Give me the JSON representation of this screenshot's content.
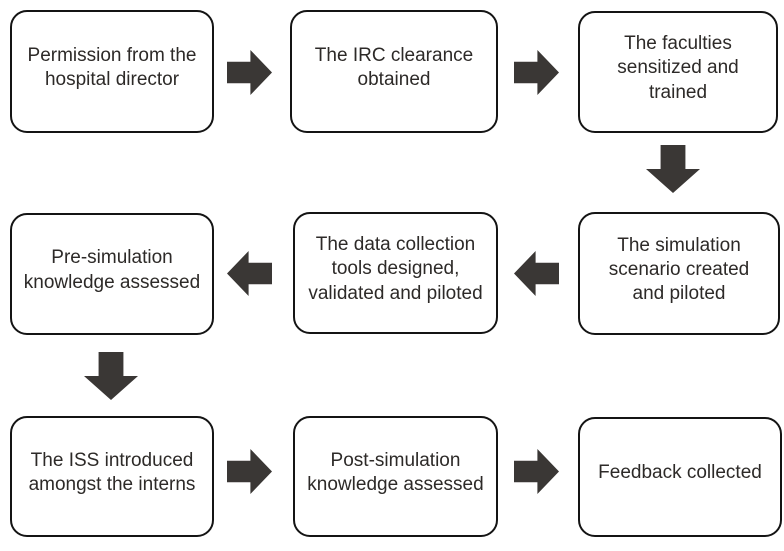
{
  "colors": {
    "background": "#ffffff",
    "arrow": "#3a3735",
    "box_border": "#141414",
    "text": "#2d2a28"
  },
  "flow": {
    "steps": [
      {
        "label": "Permission from the hospital director"
      },
      {
        "label": "The IRC clearance obtained"
      },
      {
        "label": "The faculties sensitized and trained"
      },
      {
        "label": "The simulation scenario created and piloted"
      },
      {
        "label": "The data collection tools designed, validated and piloted"
      },
      {
        "label": "Pre-simulation knowledge assessed"
      },
      {
        "label": "The ISS introduced amongst the interns"
      },
      {
        "label": "Post-simulation knowledge assessed"
      },
      {
        "label": "Feedback collected"
      }
    ],
    "arrows": [
      {
        "direction": "right",
        "from": 0,
        "to": 1
      },
      {
        "direction": "right",
        "from": 1,
        "to": 2
      },
      {
        "direction": "down",
        "from": 2,
        "to": 3
      },
      {
        "direction": "left",
        "from": 3,
        "to": 4
      },
      {
        "direction": "left",
        "from": 4,
        "to": 5
      },
      {
        "direction": "down",
        "from": 5,
        "to": 6
      },
      {
        "direction": "right",
        "from": 6,
        "to": 7
      },
      {
        "direction": "right",
        "from": 7,
        "to": 8
      }
    ]
  }
}
